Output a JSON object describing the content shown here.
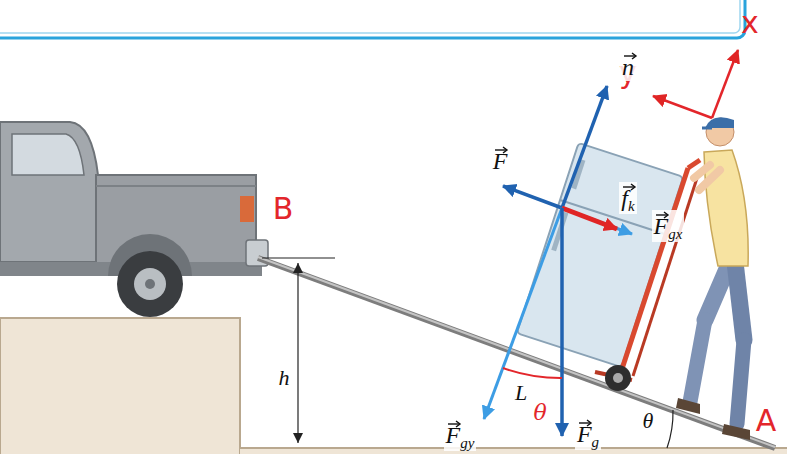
{
  "diagram": {
    "labels": [
      "x",
      "y",
      "n",
      "F",
      "fk",
      "Fgx",
      "B",
      "h",
      "θ",
      "L",
      "Fgy",
      "Fg",
      "θ",
      "A"
    ]
  }
}
